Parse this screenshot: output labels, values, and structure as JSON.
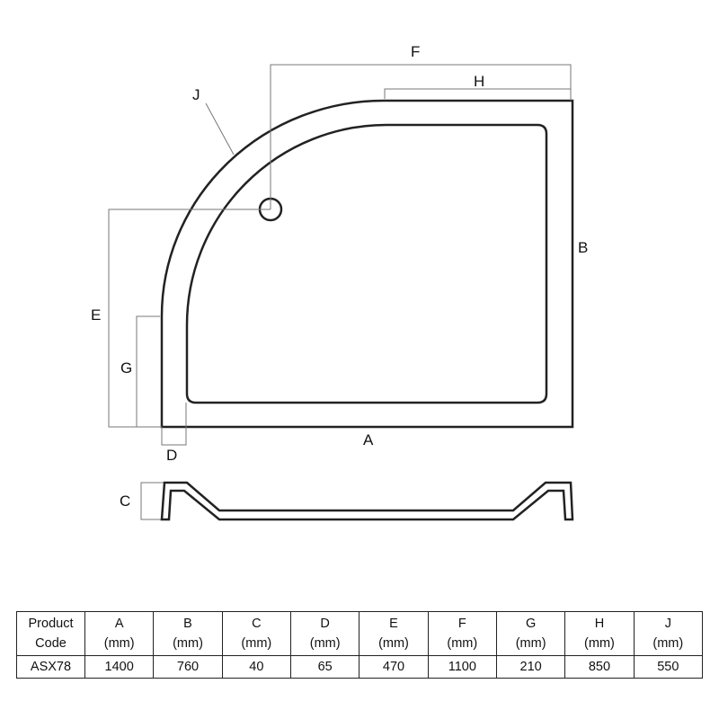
{
  "diagram": {
    "labels": {
      "A": "A",
      "B": "B",
      "C": "C",
      "D": "D",
      "E": "E",
      "F": "F",
      "G": "G",
      "H": "H",
      "J": "J"
    }
  },
  "table": {
    "header_line1": [
      "Product",
      "A",
      "B",
      "C",
      "D",
      "E",
      "F",
      "G",
      "H",
      "J"
    ],
    "header_line2": [
      "Code",
      "(mm)",
      "(mm)",
      "(mm)",
      "(mm)",
      "(mm)",
      "(mm)",
      "(mm)",
      "(mm)",
      "(mm)"
    ],
    "rows": [
      [
        "ASX78",
        "1400",
        "760",
        "40",
        "65",
        "470",
        "1100",
        "210",
        "850",
        "550"
      ]
    ]
  }
}
